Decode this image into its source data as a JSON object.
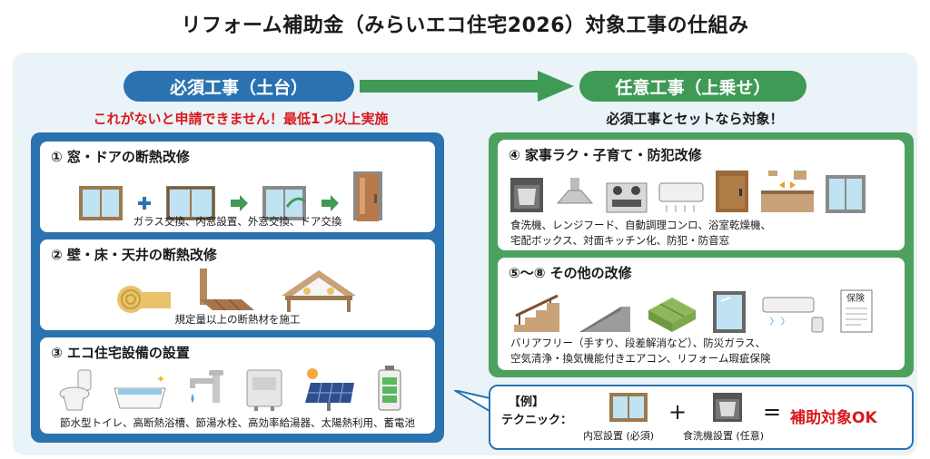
{
  "title": "リフォーム補助金（みらいエコ住宅2026）対象工事の仕組み",
  "colors": {
    "blue": "#2a72b0",
    "green": "#3f9a55",
    "red": "#d9191c",
    "board": "#eaf3f8"
  },
  "required": {
    "label": "必須工事（土台）",
    "note": "これがないと申請できません！最低1つ以上実施",
    "cards": [
      {
        "title": "① 窓・ドアの断熱改修",
        "caption": "ガラス交換、内窓設置、外窓交換、ドア交換",
        "icons": [
          "window-icon",
          "plus-icon",
          "double-window-icon",
          "arrow-icon",
          "window-replace-icon",
          "arrow-icon",
          "door-icon"
        ]
      },
      {
        "title": "② 壁・床・天井の断熱改修",
        "caption": "規定量以上の断熱材を施工",
        "icons": [
          "insulation-roll-icon",
          "floor-section-icon",
          "attic-icon"
        ]
      },
      {
        "title": "③ エコ住宅設備の設置",
        "caption": "節水型トイレ、高断熱浴槽、節湯水栓、高効率給湯器、太陽熱利用、蓄電池",
        "icons": [
          "toilet-icon",
          "bathtub-icon",
          "faucet-icon",
          "water-heater-icon",
          "solar-panel-icon",
          "battery-icon"
        ]
      }
    ]
  },
  "optional": {
    "label": "任意工事（上乗せ）",
    "note": "必須工事とセットなら対象！",
    "cards": [
      {
        "title": "④ 家事ラク・子育て・防犯改修",
        "caption_lines": [
          "食洗機、レンジフード、自動調理コンロ、浴室乾燥機、",
          "宅配ボックス、対面キッチン化、防犯・防音窓"
        ],
        "icons": [
          "dishwasher-icon",
          "range-hood-icon",
          "stove-icon",
          "bathroom-dryer-icon",
          "delivery-box-icon",
          "kitchen-icon",
          "window-icon"
        ]
      },
      {
        "title": "⑤〜⑧ その他の改修",
        "caption_lines": [
          "バリアフリー（手すり、段差解消など）、防災ガラス、",
          "空気清浄・換気機能付きエアコン、リフォーム瑕疵保険"
        ],
        "icons": [
          "handrail-icon",
          "ramp-icon",
          "tatami-icon",
          "glass-icon",
          "air-conditioner-icon",
          "insurance-doc-icon"
        ]
      }
    ]
  },
  "example": {
    "label_line1": "【例】",
    "label_line2": "テクニック：",
    "item1": "内窓設置 (必須)",
    "plus": "+",
    "item2": "食洗機設置 (任意)",
    "equals": "=",
    "result": "補助対象OK",
    "insurance_text": "保険"
  }
}
